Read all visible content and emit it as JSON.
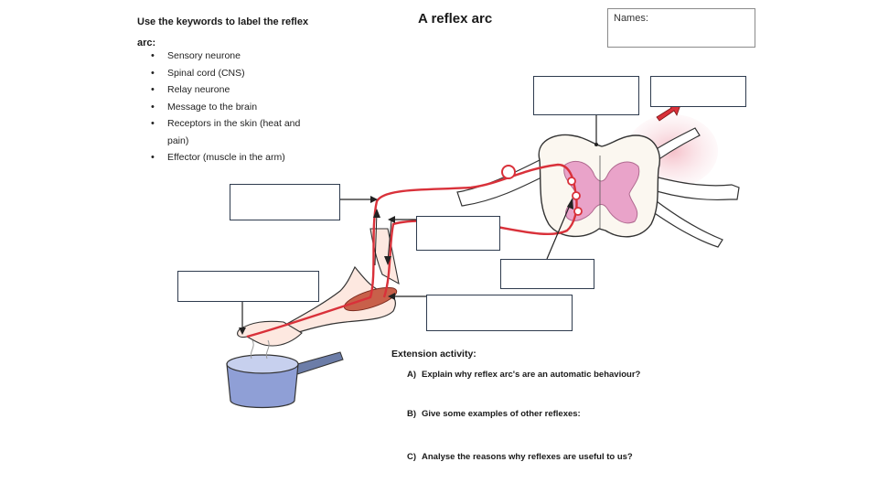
{
  "instructions": "Use the keywords to label the reflex arc:",
  "keywords": [
    "Sensory neurone",
    "Spinal cord (CNS)",
    "Relay neurone",
    "Message to the brain",
    "Receptors in the skin (heat and pain)",
    "Effector (muscle in the arm)"
  ],
  "title": "A reflex arc",
  "names_label": "Names:",
  "extension": {
    "heading": "Extension activity:",
    "questions": [
      {
        "letter": "A)",
        "text": "Explain why reflex arc's are an automatic behaviour?"
      },
      {
        "letter": "B)",
        "text": "Give some examples of other reflexes:"
      },
      {
        "letter": "C)",
        "text": "Analyse the reasons why reflexes are useful to us?"
      }
    ]
  },
  "colors": {
    "nerve": "#d9313a",
    "spinal_grey": "#e9a3c9",
    "box_border": "#2e3b4e",
    "pan": "#8f9fd6"
  }
}
